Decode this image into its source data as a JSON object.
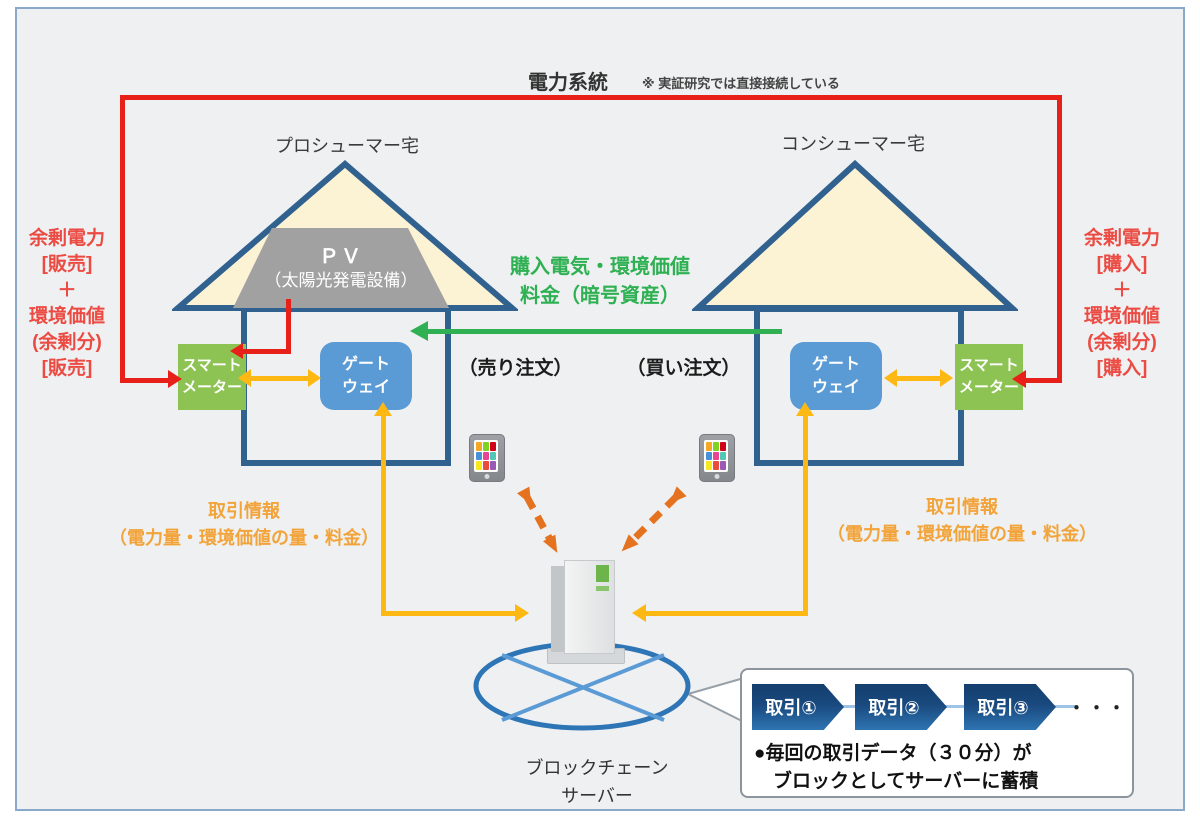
{
  "colors": {
    "grid_red": "#e8201a",
    "payment_green": "#2eb053",
    "transaction_orange": "#fdb813",
    "app_link_orange": "#e5721f",
    "meter_green": "#8dc353",
    "gateway_blue": "#5b9bd5",
    "house_border_blue": "#30618f",
    "roof_cream": "#fcf3d5",
    "pv_gray": "#a1a1a1",
    "chevron_navy": "#143e6d",
    "frame_border": "#8aa9c9"
  },
  "header": {
    "title": "電力系統",
    "note": "※ 実証研究では直接接続している"
  },
  "prosumer": {
    "label": "プロシューマー宅",
    "pv_line1": "ＰＶ",
    "pv_line2": "（太陽光発電設備）",
    "meter_line1": "スマート",
    "meter_line2": "メーター",
    "gateway_line1": "ゲート",
    "gateway_line2": "ウェイ"
  },
  "consumer": {
    "label": "コンシューマー宅",
    "meter_line1": "スマート",
    "meter_line2": "メーター",
    "gateway_line1": "ゲート",
    "gateway_line2": "ウェイ"
  },
  "flows": {
    "payment_line1": "購入電気・環境価値",
    "payment_line2": "料金（暗号資産）",
    "sell_order": "（売り注文）",
    "buy_order": "（買い注文）",
    "surplus_sell": [
      "余剰電力",
      "[販売]",
      "＋",
      "環境価値",
      "(余剰分)",
      "[販売]"
    ],
    "surplus_buy": [
      "余剰電力",
      "[購入]",
      "＋",
      "環境価値",
      "(余剰分)",
      "[購入]"
    ],
    "tx_left_line1": "取引情報",
    "tx_left_line2": "（電力量・環境価値の量・料金）",
    "tx_right_line1": "取引情報",
    "tx_right_line2": "（電力量・環境価値の量・料金）"
  },
  "server": {
    "label_line1": "ブロックチェーン",
    "label_line2": "サーバー"
  },
  "callout": {
    "blocks": [
      "取引①",
      "取引②",
      "取引③"
    ],
    "ellipsis": "・・・",
    "note_line1": "●毎回の取引データ（３０分）が",
    "note_line2": "ブロックとしてサーバーに蓄積"
  }
}
